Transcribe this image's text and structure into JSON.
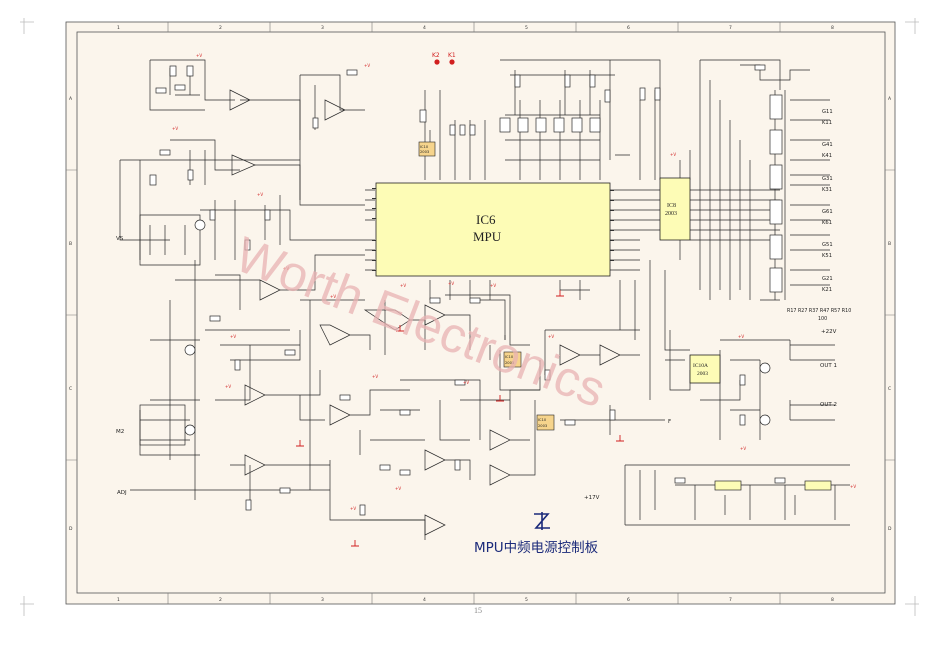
{
  "page": {
    "page_number": "15",
    "title": "MPU中频电源控制板",
    "watermark": "Worth Electronics"
  },
  "frame": {
    "column_labels": [
      "1",
      "2",
      "3",
      "4",
      "5",
      "6",
      "7",
      "8"
    ],
    "row_labels": [
      "A",
      "B",
      "C",
      "D"
    ]
  },
  "chips": {
    "ic6_name": "IC6",
    "ic6_sub": "MPU",
    "ic8_name": "IC8",
    "ic8_sub": "2003",
    "ic10a_name": "IC10A",
    "ic10a_sub": "2003",
    "ic10_small": "IC10",
    "ic10_small_sub": "2003",
    "ic10_mid": "IC10",
    "ic10_mid_sub": "2003",
    "ic10_low": "IC10",
    "ic10_low_sub": "2003"
  },
  "terminals": {
    "k2": "K2",
    "k1": "K1",
    "vs": "VS",
    "m2": "M2",
    "adj": "ADJ",
    "f": "F",
    "out1": "OUT 1",
    "out2": "OUT 2",
    "plus22v": "+22V",
    "plus17v": "+17V",
    "resistor_note": "R17 R27 R37 R47 R57 R10",
    "resistor_value": "100"
  },
  "gate_labels": [
    "G11",
    "K11",
    "G41",
    "K41",
    "G31",
    "K31",
    "G61",
    "K61",
    "G51",
    "K51",
    "G21",
    "K21"
  ],
  "colors": {
    "paper": "#fbf5ec",
    "chip_fill": "#fdfcb6",
    "wire": "#2a2a2a",
    "power_flag": "#d11f1f",
    "watermark": "#e9b3b3"
  }
}
